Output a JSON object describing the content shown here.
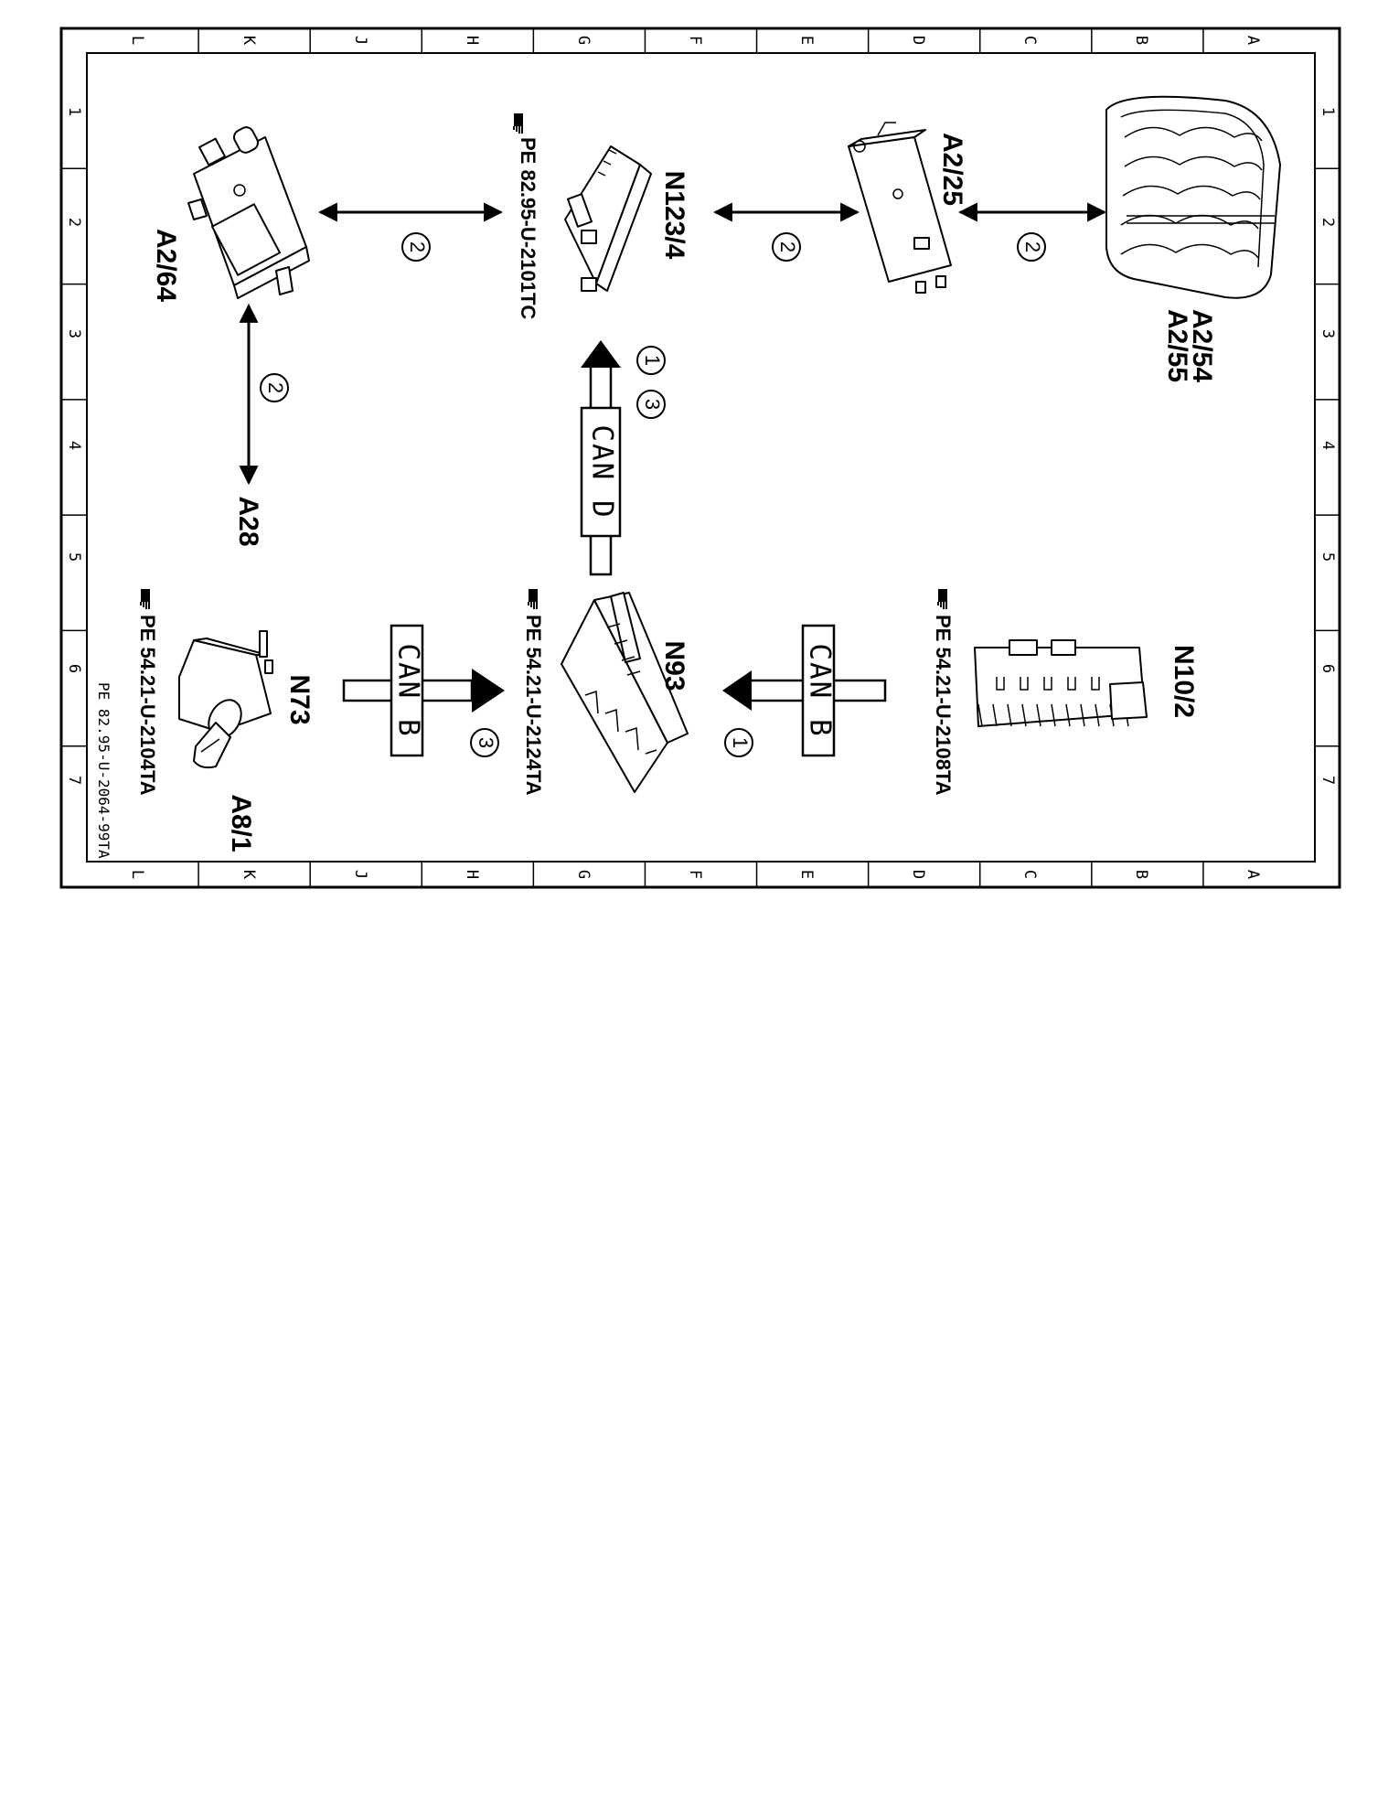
{
  "grid": {
    "columns": [
      "L",
      "K",
      "J",
      "H",
      "G",
      "F",
      "E",
      "D",
      "C",
      "B",
      "A"
    ],
    "rows": [
      "1",
      "2",
      "3",
      "4",
      "5",
      "6",
      "7"
    ]
  },
  "document_id": "PE 82.95-U-2064-99TA",
  "components": {
    "a2_64": "A2/64",
    "n123_4": "N123/4",
    "a2_25": "A2/25",
    "a2_54": "A2/54",
    "a2_55": "A2/55",
    "a28": "A28",
    "n93": "N93",
    "n10_2": "N10/2",
    "n73": "N73",
    "a8_1": "A8/1"
  },
  "references": {
    "n123_4_ref": "PE 82.95-U-2101TC",
    "n93_ref": "PE 54.21-U-2124TA",
    "n10_2_ref": "PE 54.21-U-2108TA",
    "n73_ref": "PE 54.21-U-2104TA"
  },
  "markers": {
    "m1": "1",
    "m2": "2",
    "m3": "3"
  },
  "buses": {
    "can_d": "CAN D",
    "can_b": "CAN B"
  },
  "icons": [
    "pointing-hand-reference-icon"
  ],
  "colors": {
    "ink": "#000000",
    "paper": "#ffffff"
  }
}
